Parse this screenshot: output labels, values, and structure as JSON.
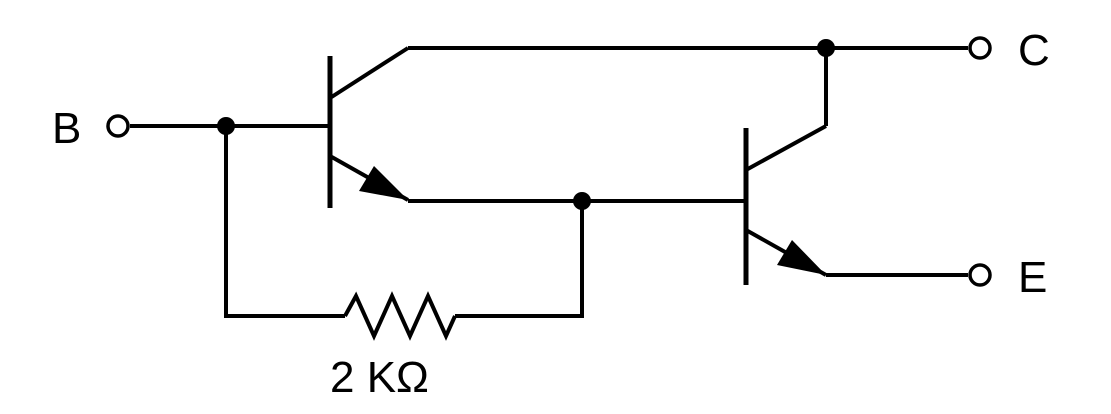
{
  "diagram": {
    "terminals": {
      "base": "B",
      "collector": "C",
      "emitter": "E"
    },
    "resistor": {
      "label": "2 KΩ"
    },
    "colors": {
      "ink": "#000000",
      "background": "#ffffff"
    }
  }
}
